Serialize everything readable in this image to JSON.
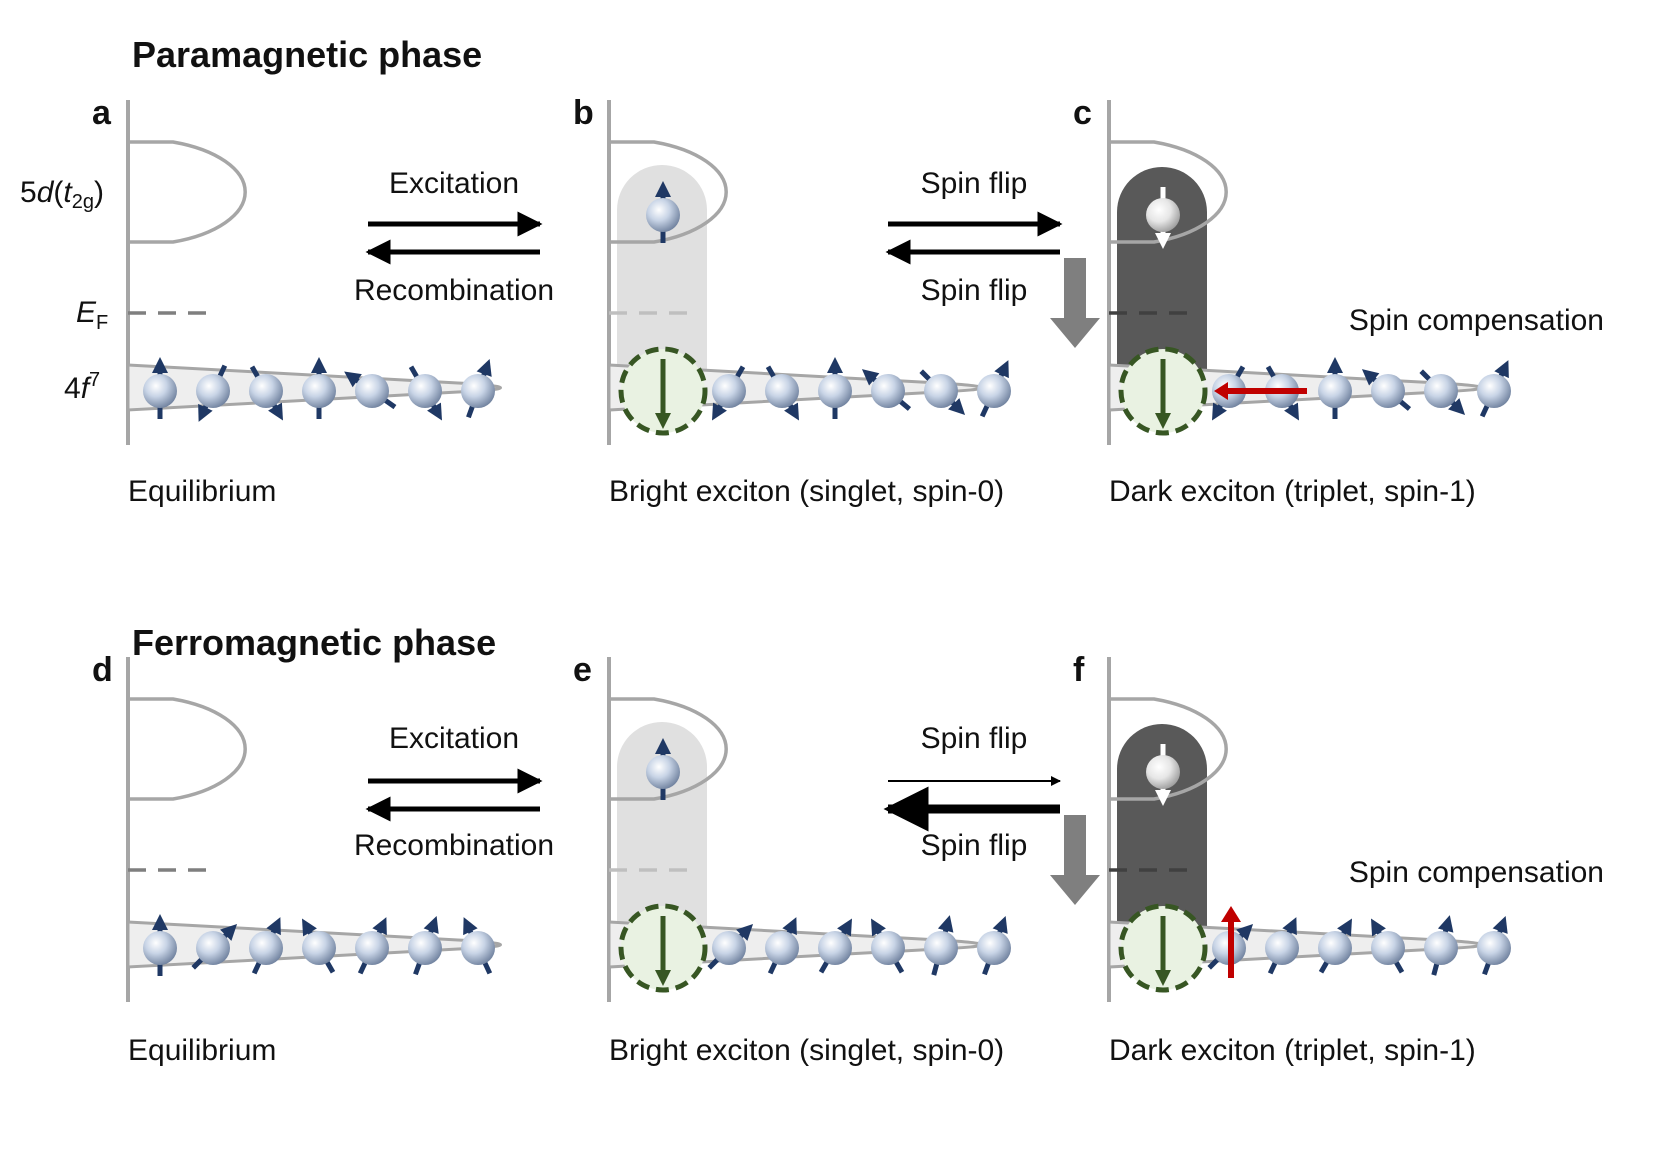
{
  "colors": {
    "axis": "#a6a6a6",
    "band_fill": "#eeeeee",
    "spin_arrow": "#1f3864",
    "hole_green": "#375623",
    "hole_fill": "#e9f2e2",
    "compensation_red": "#c00000",
    "bright_column": "#e0e0e0",
    "dark_column": "#595959",
    "electron_sphere": "#c8d4e6"
  },
  "rows": [
    {
      "phase_title": "Paramagnetic phase",
      "panels": [
        {
          "letter": "a",
          "caption": "Equilibrium"
        },
        {
          "letter": "b",
          "caption": "Bright exciton (singlet, spin-0)"
        },
        {
          "letter": "c",
          "caption": "Dark exciton (triplet, spin-1)",
          "note": "Spin compensation"
        }
      ],
      "arrows": [
        {
          "forward_label": "Excitation",
          "backward_label": "Recombination"
        },
        {
          "forward_label": "Spin flip",
          "backward_label": "Spin flip"
        }
      ]
    },
    {
      "phase_title": "Ferromagnetic phase",
      "panels": [
        {
          "letter": "d",
          "caption": "Equilibrium"
        },
        {
          "letter": "e",
          "caption": "Bright exciton (singlet, spin-0)"
        },
        {
          "letter": "f",
          "caption": "Dark exciton (triplet, spin-1)",
          "note": "Spin compensation"
        }
      ],
      "arrows": [
        {
          "forward_label": "Excitation",
          "backward_label": "Recombination"
        },
        {
          "forward_label": "Spin flip",
          "backward_label": "Spin flip"
        }
      ]
    }
  ],
  "level_labels": {
    "band_5d": {
      "main": "5",
      "italic": "d",
      "open": "(",
      "t": "t",
      "sub": "2g",
      "close": ")"
    },
    "fermi": {
      "main": "E",
      "sub": "F"
    },
    "band_4f": {
      "main": "4",
      "italic": "f",
      "sup": "7"
    }
  },
  "icons": [
    "spin-up-arrow-icon",
    "spin-arrow-icon",
    "electron-sphere-icon",
    "hole-circle-icon",
    "compensation-arrow-icon",
    "equilibrium-arrows-icon"
  ]
}
